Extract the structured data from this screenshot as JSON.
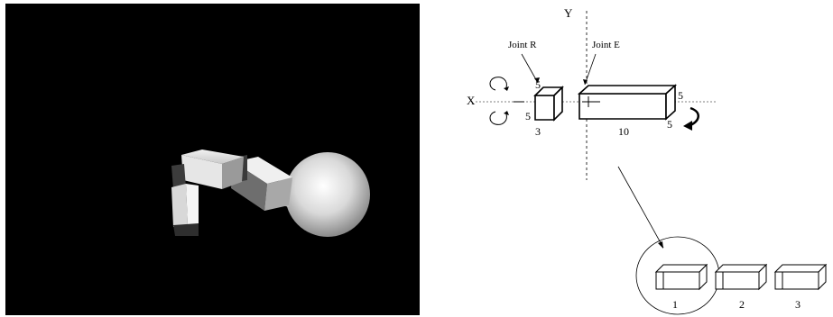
{
  "diagram": {
    "axis_y_label": "Y",
    "axis_x_label": "X",
    "joint_r_label": "Joint R",
    "joint_e_label": "Joint E",
    "joint_r_dims": {
      "height": "5",
      "depth": "5",
      "width": "3"
    },
    "joint_e_dims": {
      "height": "5",
      "depth": "5",
      "length": "10"
    },
    "segments": [
      {
        "label": "1"
      },
      {
        "label": "2"
      },
      {
        "label": "3"
      }
    ]
  }
}
